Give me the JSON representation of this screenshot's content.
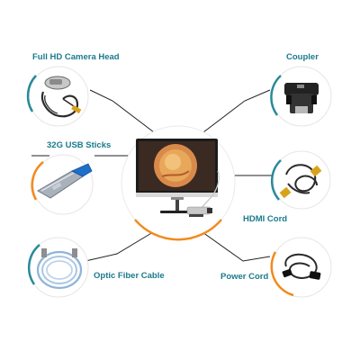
{
  "labels": {
    "camera_head": "Full HD Camera Head",
    "coupler": "Coupler",
    "usb_sticks": "32G USB Sticks",
    "hdmi_cord": "HDMI Cord",
    "optic_fiber": "Optic Fiber Cable",
    "power_cord": "Power Cord"
  },
  "colors": {
    "label_teal": "#1a7a8c",
    "ring_teal": "#2a8a9a",
    "accent_orange": "#f28a1e",
    "connector_line": "#222222"
  },
  "icons": [
    "camera-head-icon",
    "coupler-icon",
    "usb-stick-icon",
    "hdmi-cable-icon",
    "fiber-cable-icon",
    "power-cord-icon",
    "monitor-icon"
  ]
}
